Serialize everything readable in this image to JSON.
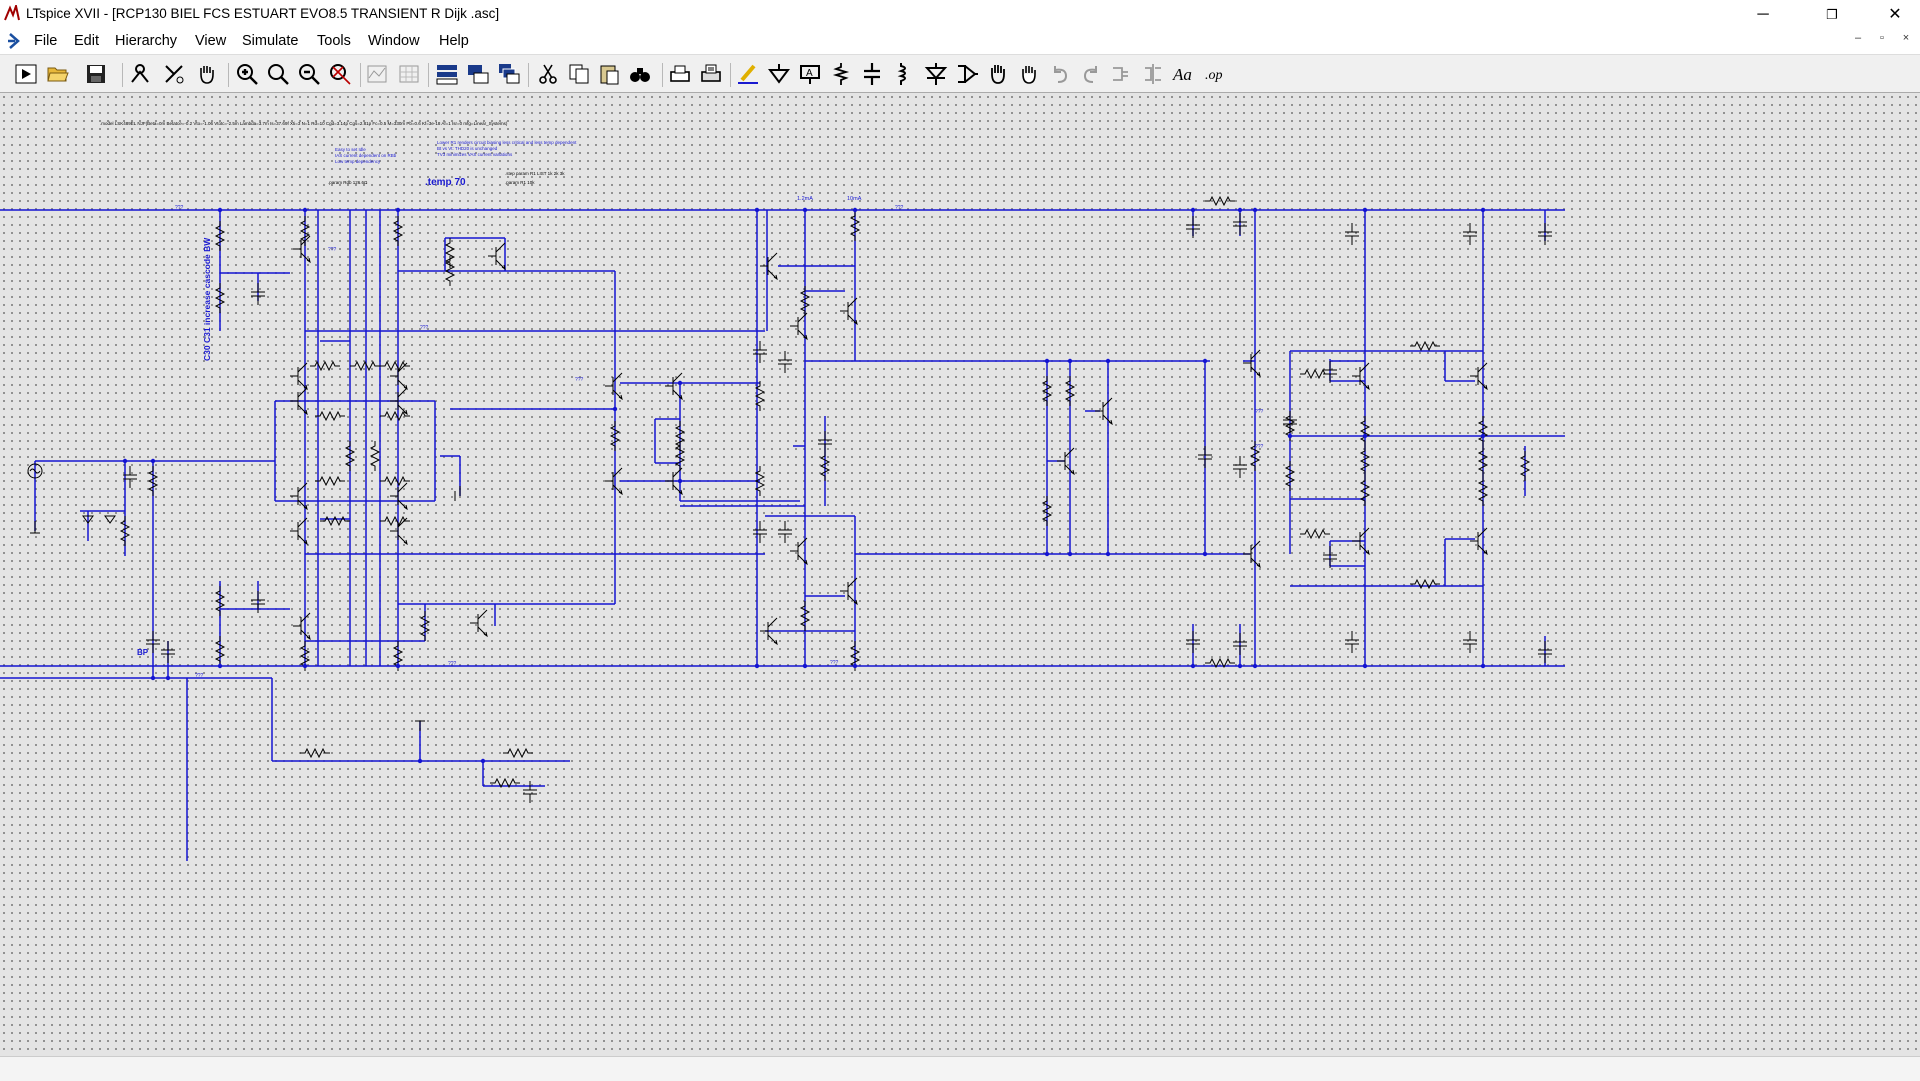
{
  "window": {
    "title": "LTspice XVII - [RCP130 BIEL FCS ESTUART EVO8.5 TRANSIENT R Dijk .asc]",
    "minimize": "─",
    "maximize": "❐",
    "close": "✕"
  },
  "menu": [
    "File",
    "Edit",
    "Hierarchy",
    "View",
    "Simulate",
    "Tools",
    "Window",
    "Help"
  ],
  "mdi_controls": [
    "–",
    "▫",
    "×"
  ],
  "toolbar_icons": [
    "run-icon",
    "open-icon",
    "save-icon",
    "control-panel-icon",
    "cut-wires-icon",
    "pan-hand-icon",
    "zoom-in-icon",
    "zoom-out-icon",
    "zoom-back-icon",
    "zoom-fit-icon",
    "autoscale-icon",
    "grid-icon",
    "tile-vertical-icon",
    "tile-horizontal-icon",
    "cascade-icon",
    "cut-icon",
    "copy-icon",
    "paste-icon",
    "find-icon",
    "print-icon",
    "print-setup-icon",
    "draw-wire-icon",
    "ground-icon",
    "label-net-icon",
    "resistor-icon",
    "capacitor-icon",
    "inductor-icon",
    "diode-icon",
    "component-icon",
    "move-icon",
    "drag-icon",
    "undo-icon",
    "redo-icon",
    "rotate-icon",
    "mirror-icon",
    "text-icon",
    "spice-directive-icon"
  ],
  "schematic": {
    "model_directive": ".model LSK489EL NJF(Beta=0m Betatce=-0.2 Vto=-1.06 Vtotc=-2.5m Lambda=3.7m Is=37.69f Xti=3 N=1 Rd=10 Cgd=3.14p Cgs=2.81p Fc=0.5 M=330m Pb=0.6 Kf=3e-18 Af=1 Isr=0 mfg=Linear_Systems)",
    "note1_lines": [
      "Easy to set Idle",
      "IAS current dependent on RBb",
      "Low temp dependency"
    ],
    "note2_lines": [
      "Lower R1 renders circuit biasing less critical and less temp dependent",
      "Bt vs Vt: THD20 is unchanged",
      "TV3 minimizes VAS current variations"
    ],
    "temp_directive": ".temp 70",
    "param1": ".param Rdb 126.6Ω",
    "param2": ".step param R1 LIST 1k 2k 3k",
    "param3": ".param R1 10k",
    "vertical_note": "C30 C31 increase cascode BW",
    "label_bp": "BP",
    "label_1_2ma": "1.2mA",
    "label_10ma": "10mA",
    "label_qs": "???"
  },
  "colors": {
    "wire": "#1414d2",
    "component": "#000000",
    "canvas": "#e4e4e4",
    "text_blue": "#1a1ad0"
  }
}
